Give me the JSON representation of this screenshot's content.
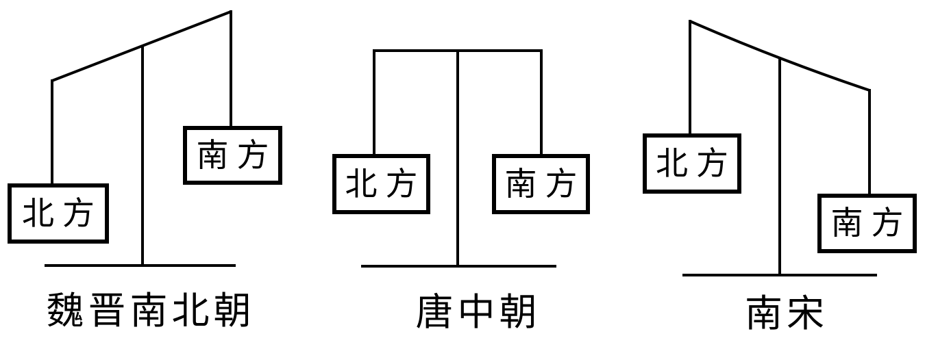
{
  "diagram": {
    "subject": "balance scales comparing North and South across Chinese dynastic periods",
    "colors": {
      "line": "#000000",
      "background": "#ffffff"
    },
    "scales": [
      {
        "period": "魏晋南北朝",
        "left_label": "北方",
        "right_label": "南方",
        "balance": "north-side-down"
      },
      {
        "period": "唐中朝",
        "left_label": "北方",
        "right_label": "南方",
        "balance": "balanced"
      },
      {
        "period": "南宋",
        "left_label": "北方",
        "right_label": "南方",
        "balance": "south-side-down"
      }
    ]
  }
}
